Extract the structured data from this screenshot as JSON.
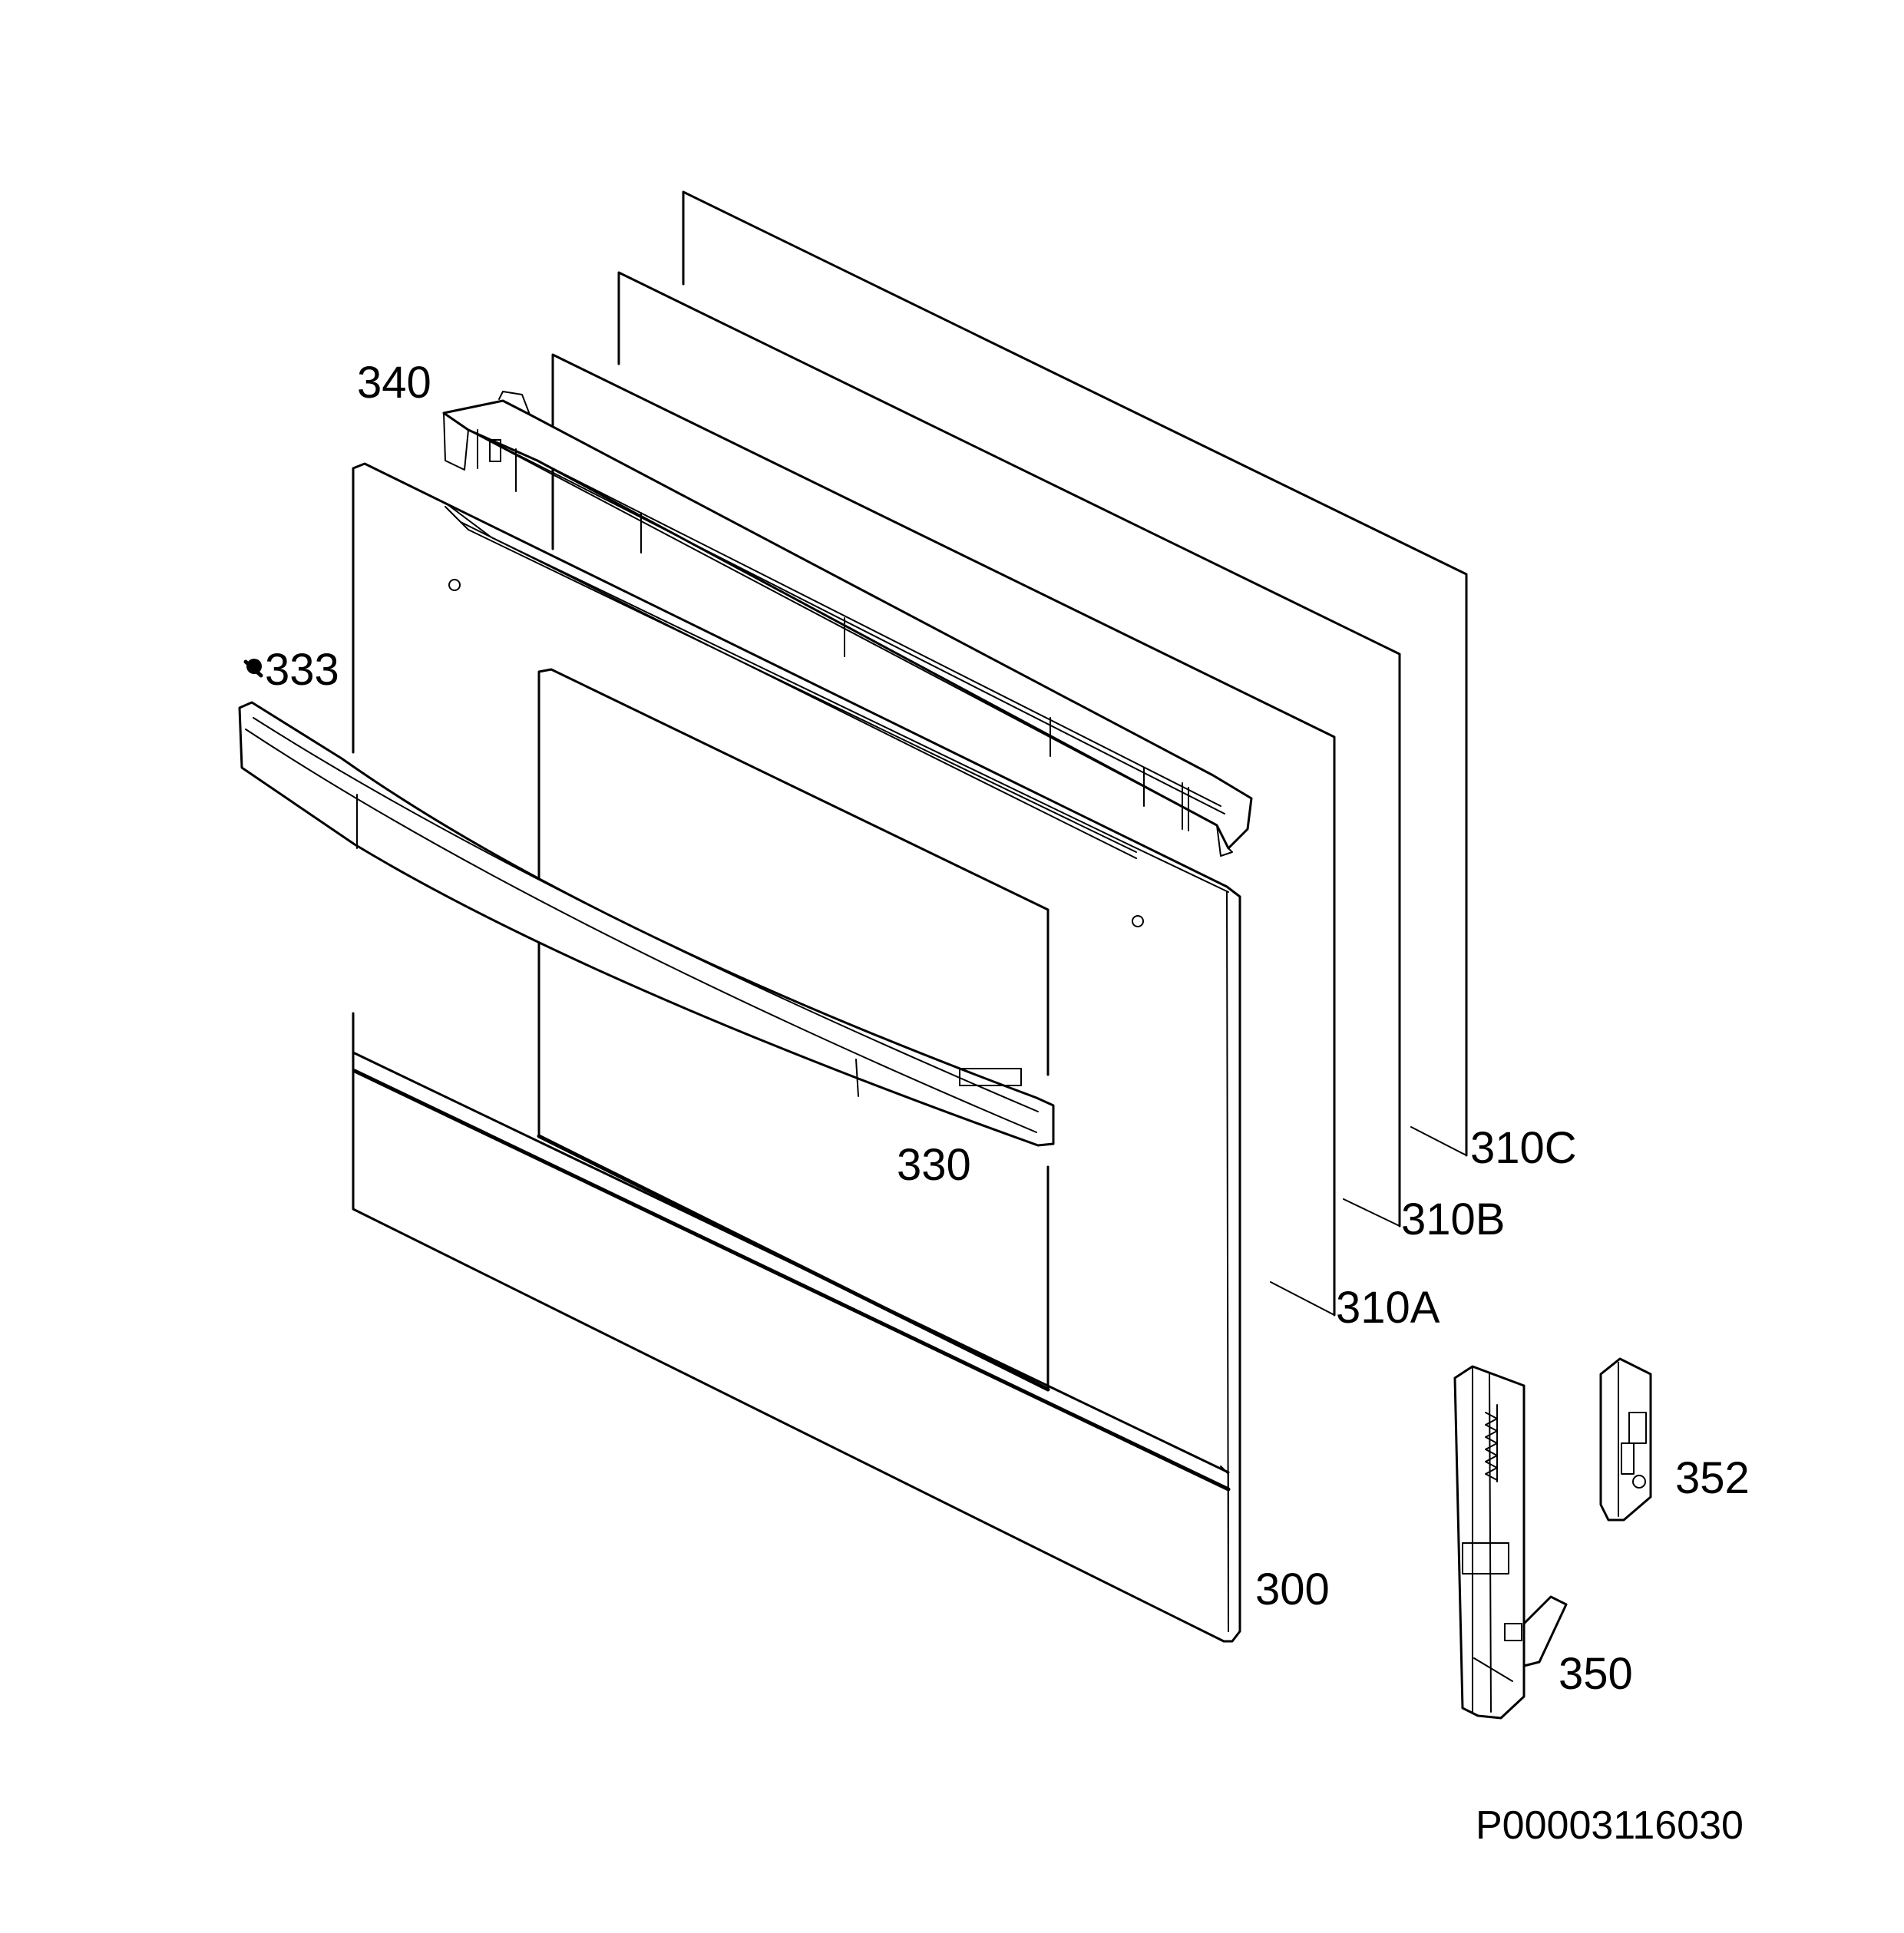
{
  "labels": {
    "p340": "340",
    "p333": "333",
    "p330": "330",
    "p310C": "310C",
    "p310B": "310B",
    "p310A": "310A",
    "p300": "300",
    "p352": "352",
    "p350": "350"
  },
  "drawing_code": "P00003116030"
}
